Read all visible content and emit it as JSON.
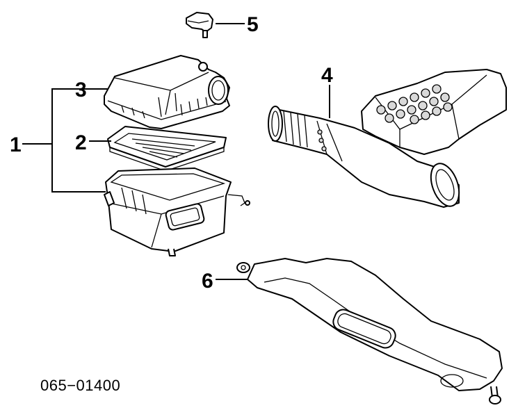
{
  "callouts": {
    "c1": "1",
    "c2": "2",
    "c3": "3",
    "c4": "4",
    "c5": "5",
    "c6": "6"
  },
  "diagram_code": "065−01400"
}
